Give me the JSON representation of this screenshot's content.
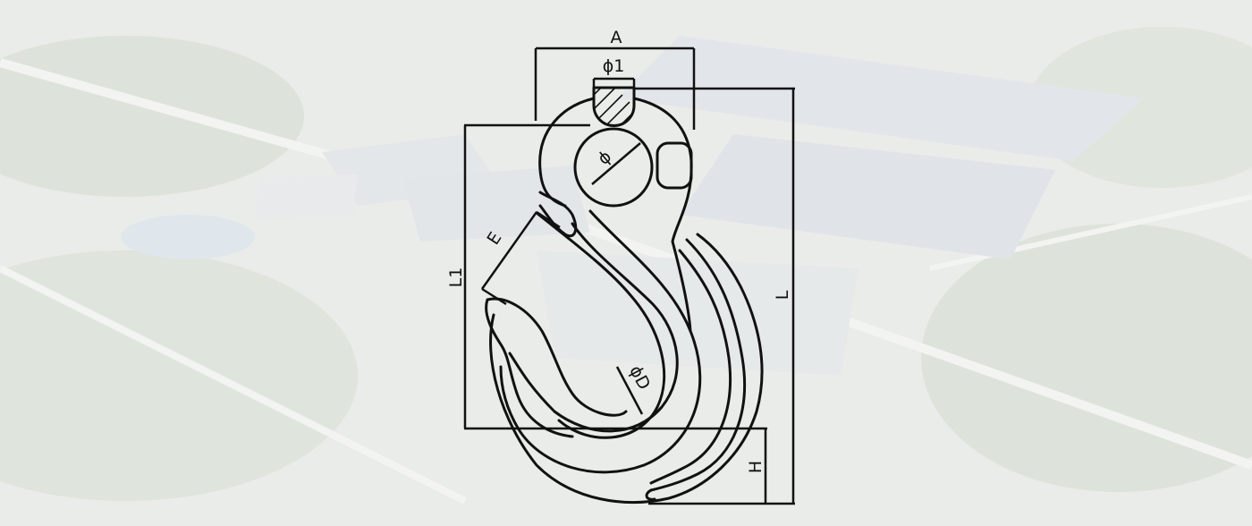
{
  "background": {
    "description_icon": "aerial-factory-photo",
    "tint": "#eef0ee"
  },
  "dimensions": {
    "A": "A",
    "phi1": "ϕ1",
    "phi": "ϕ",
    "E": "E",
    "L1": "L1",
    "L": "L",
    "phiD": "ϕD",
    "H": "H"
  },
  "colors": {
    "line": "#111111"
  }
}
